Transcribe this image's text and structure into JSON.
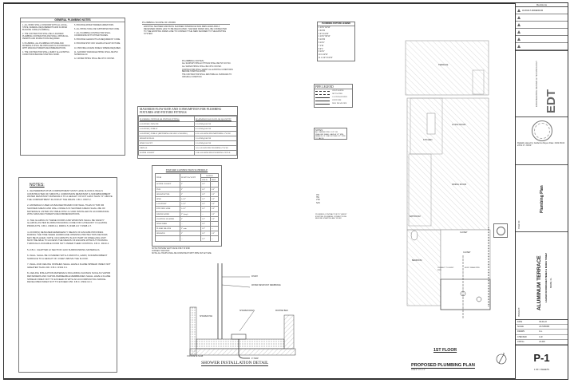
{
  "general_notes": {
    "title": "GENERAL PLUMBING NOTES",
    "left": [
      "1. ALL WORK SHALL CONFORM WITH ALL LOCAL, STATE, FEDERAL REQUIREMENTS AND FLORIDA BUILDING CODE (PLUMBING).",
      "2. THE CONTRACTOR SHALL BE A LICENSED PLUMBING CONTRACTOR AND SHALL OBTAIN ALL PERMITS AND INSPECTIONS REQUIRED.",
      "3. PLUMBING, ALL PLUMBING FIXTURES AND MATERIALS SHALL BE INSTALLED IN ACCORDANCE WITH MANUFACTURER'S RECOMMENDATIONS.",
      "4. THE CONTRACTOR SHALL VERIFY ALL EXISTING CONDITIONS BEFORE STARTING WORK."
    ],
    "right": [
      "5. PROVIDE WATER HAMMER ARRESTORS.",
      "6. ALL PIPING SHALL BE SUPPORTED PER CODE.",
      "7. ALL PLUMBING CONTRACTOR SHALL COORDINATE WITH OTHER TRADES.",
      "8. PROVIDE CLEANOUTS AS REQUIRED BY CODE.",
      "9. PROVIDE SHUT-OFF VALVES AT EACH FIXTURE.",
      "10. PROVIDE ACCESS PANELS WHERE REQUIRED.",
      "11. SANITARY DRAINAGE PIPING SHALL BE PVC SCHEDULE 40.",
      "12. WATER PIPING SHALL BE CPVC OR PEX."
    ]
  },
  "notes": {
    "title": "NOTES:",
    "items": [
      "1.-SHOWER/BATHTUB COMPARTMENT MUST HAVE FLOOR & WALLS CONSTRUCTED OF SMOOTH, CORROSION RESISTANT & NONABSORBENT WATER RESISTANT MATERIALS TO A HEIGHT OF NOT LESS THAN 72\" ABOVE THE COMPARTMENT FLOOR AT THE DRAIN. F.B.C. R307.2.",
      "2.-MATERIALS USED AS BACKER BOARD FOR WALL TILES IN TUB OR SHOWER AREAS AND WALL PANELS IN SHOWER AREAS SHALL BE OF MATERIALS LISTED ON TABLE R702.4.2 AND INSTALLED IN ACCORDANCE WITH MANUFACTURER'S RECOMMENDATIONS.",
      "3.-THE GLAZING IN THESE DOORS AND WINDOWS SHALL BE SAFETY GLAZING AS PER FLORIDA BUILDING CODE FOR CATEGORY II GLAZING PRODUCTS. F.B.C. R308.4.2, R308.4.5, R308.4.6 Y R308.4.7.",
      "4.-DOOR(S) DESIGNED EMERGENCY MEANS OF ESCAPE PROVIDES DURING THE TIME WHEN HURRICANE OPENING PROTECTION DEVICES MAY BE PLACED. NOTE: OCCUPANTS IN ANY PART OF DWELLING UNIT MUST BE ABLE TO ACCESS THE MEANS OF ESCAPE WITHOUT PASSING THROUGH LOCKABLE DOOR NOT UNDER THEIR CONTROL. F.B.C. R310.4.",
      "5.-F.B.C. CHAPTER 12 SECTION 1210 SURROUNDING MATERIALS.",
      "6.-WALL SHALL BE COVERED WITH A SMOOTH, HARD, NONABSORBENT SURFACE TO A HEIGHT OF 4 FEET ABOVE THE FLOOR.",
      "7.-WALL AND CEILING FINISHES SHALL HAVE A FLAME SPREAD INDEX NOT GREATER THAN 200. F.B.C. R302.9.1.",
      "8.-CEILING INSULATION MATERIALS INCLUDING FACINGS SUCH AS VAPOR RETARDERS AND VAPOR-PERMEABLE MEMBRANES SHALL HAVE A FLAME SPREAD INDEX NOT TO EXCEED 25 WITH AN ACCOMPANYING SMOKE-DEVELOPED INDEX NOT TO EXCEED 450. F.B.C. R302.10.1."
    ]
  },
  "scope": {
    "title": "PLUMBING SCOPE OF WORK",
    "text": "EXISTING SHOWER AND BATH SHOWER INTERFACE WAS REPLACED AND A RECESSED DRAIN HAS TO BE RELOCATED. THE NEW DRAIN WILL BE CONNECTED TO THE EXISTING DRAIN LINE TO CONNECT THE NEW SHOWER TO THE EXISTING SYSTEM."
  },
  "plumbing_notes": {
    "title": "PLUMBING NOTES:",
    "items": [
      "ALL SANITARY PIPE & FITTINGS SHALL BE PVC SCH 40.",
      "ALL WATER PIPING SHALL BE CPVC OR PEX.",
      "CONTRACTOR SHALL VERIFY ALL EXISTING CONDITIONS BEFORE STARTING WORK.",
      "THE CONTRACTOR SHALL RESTORE ALL SURFACES TO ORIGINAL CONDITION."
    ]
  },
  "flow_table": {
    "title": "MAXIMUM FLOW RATE AND CONSUMPTION FOR PLUMBING FIXTURES AND FIXTURE FITTINGS",
    "headers": [
      "PLUMBING FIXTURE OR FIXTURE FITTING",
      "MAXIMUM FLOW RATE OR QUANTITY"
    ],
    "rows": [
      [
        "LAVATORY, PRIVATE",
        "2.2 GPM @ 60 PSI"
      ],
      [
        "LAVATORY, PUBLIC",
        "0.5 GPM @ 60 PSI"
      ],
      [
        "LAVATORY, PUBLIC (METERING OR SELF-CLOSING)",
        "0.25 GALLONS PER METERING CYCLE"
      ],
      [
        "SHOWER HEAD",
        "2.5 GPM @ 80 PSI"
      ],
      [
        "SINK FAUCET",
        "2.2 GPM @ 60 PSI"
      ],
      [
        "URINAL",
        "1.0 GALLON PER FLUSHING CYCLE"
      ],
      [
        "WATER CLOSET",
        "1.28 GALLONS PER FLUSHING CYCLE"
      ]
    ]
  },
  "fixture_schedule": {
    "title": "FIXTURE CONNECTION SCHEDULE",
    "headers": [
      "ITEM",
      "WASTE & VENT",
      "WATER",
      "COLD",
      "HOT"
    ],
    "rows": [
      [
        "WATER CLOSET",
        "3\"",
        "1/2\"",
        "- -"
      ],
      [
        "TUB",
        "2\"",
        "1/2\"",
        "1/2\""
      ],
      [
        "SHOWER/TUB",
        "2\"",
        "1/2\"",
        "1/2\""
      ],
      [
        "SINK",
        "1-1/2\"",
        "1/2\"",
        "1/2\""
      ],
      [
        "LAVATORY",
        "1-1/2\"",
        "1/2\"",
        "1/2\""
      ],
      [
        "KITCHEN SINK",
        "1-1/2\"",
        "1/2\"",
        "1/2\""
      ],
      [
        "DISHWASHER",
        "2\" (trap)",
        "- -",
        "1/2\""
      ],
      [
        "CLOTHES WASHER",
        "2\"",
        "1/2\"",
        "1/2\""
      ],
      [
        "HOSE BIBB",
        "- -",
        "1/2\"",
        "- -"
      ],
      [
        "FLOOR DRAINS",
        "2\" min",
        "1/2\"",
        "- -"
      ],
      [
        "SHOWER",
        "2\"",
        "1/2\"",
        "1/2\""
      ],
      [
        "",
        "- -",
        "1/2\"",
        "- -"
      ]
    ],
    "footnotes": [
      "NOTE: PROVIDE VENT VALVE ONLY IN SINK",
      "CONNECT AND RUN",
      "NOTE: ALL TRAPS SHALL BE CONSISTENT WITH PIPE OUTLET SIZE."
    ]
  },
  "shower_detail": {
    "title": "SHOWER INSTALLATION DETAIL",
    "labels": [
      "FINISH",
      "WATER RESISTANT MEMBRANE",
      "CONCRETE SLAB",
      "SHOWER DRAIN",
      "SHOWER PAN",
      "MORTAR BED",
      "P-TRAP"
    ]
  },
  "fixture_legend": {
    "title": "PLUMBING FIXTURE LEGEND",
    "items": [
      "1 1/2\"V 1/2\"W",
      "2 3/4\"W",
      "3 2\"V 1/2\"W",
      "4 1/2\"V 3/4\"W",
      "5 1/2\"W",
      "6 1/2\"V",
      "7 1\"W",
      "8 2\"V",
      "9 1/2\"V",
      "10 1 1/2\"W",
      "11 1 1/2\"V 1/2\"W"
    ]
  },
  "pipe_legend": {
    "title": "PIPE LEGEND",
    "items": [
      "COLD WATER",
      "HOT WATER",
      "CAST DRAIN PIPE",
      "VENT PIPE",
      "NEW DRAIN PIPE"
    ]
  },
  "small_notes": {
    "title": "NOTES:",
    "text": "ALL WATER PIPE 1 1/2\" OR SMALLER SHALL HAVE A 1/2\" MIN. BRANCH. IF ONE FIXTURE 1/2\" PIPE TO VALVE."
  },
  "abbrev": [
    "CW",
    "HW",
    "VTR",
    "SAN"
  ],
  "floor_plan": {
    "rooms": [
      "TERRACE",
      "LIVING ROOM",
      "KITCHEN",
      "DINING ROOM",
      "BATHROOM",
      "BEDROOM",
      "CLOSET",
      "CLOSET"
    ],
    "callout": "PLUMBING CONTRACTOR TO VERIFY EXISTING PLUMBING CONNECTIONS BEFORE STARTING ANY WORK",
    "connect_note": "CONNECT TO EXIST. PIPE",
    "drain_note": "EXIST. DRAIN PIPE",
    "level": "1ST FLOOR",
    "title": "PROPOSED PLUMBING PLAN",
    "scale": "SCALE: 1/4\"=1'-0\""
  },
  "title_block": {
    "revisions_title": "Revisions",
    "revisions": [
      "AS-BUILT ADDENDUM",
      "",
      "",
      "",
      "",
      ""
    ],
    "firm": "EDT",
    "firm_text": "ENGINEERING DESIGN & TECHNOLOGY",
    "signature": "Digitally signed by Guillermo Reyes Date: 2022.09.04 23:01:17 -04'00'",
    "plan_label": "PLAN OF:",
    "plan_name": "Plumbing Plan",
    "project_label": "PROJECT:",
    "project_name": "ALUMINUM TERRACE",
    "project_sub": "LAZARO RODRIGUEZ PEREZ & MARIA YANEZ",
    "project_addr": "MIAMI, FL",
    "info": [
      [
        "DATE",
        "09-04-22"
      ],
      [
        "SCALE",
        "AS SHOWN"
      ],
      [
        "DRAWN",
        "G.L."
      ],
      [
        "CHECKED",
        "G.R."
      ],
      [
        "JOB No.",
        "22-000"
      ]
    ],
    "sheet": "P-1",
    "sheet_of": "1 OF 1 SHEETS"
  }
}
